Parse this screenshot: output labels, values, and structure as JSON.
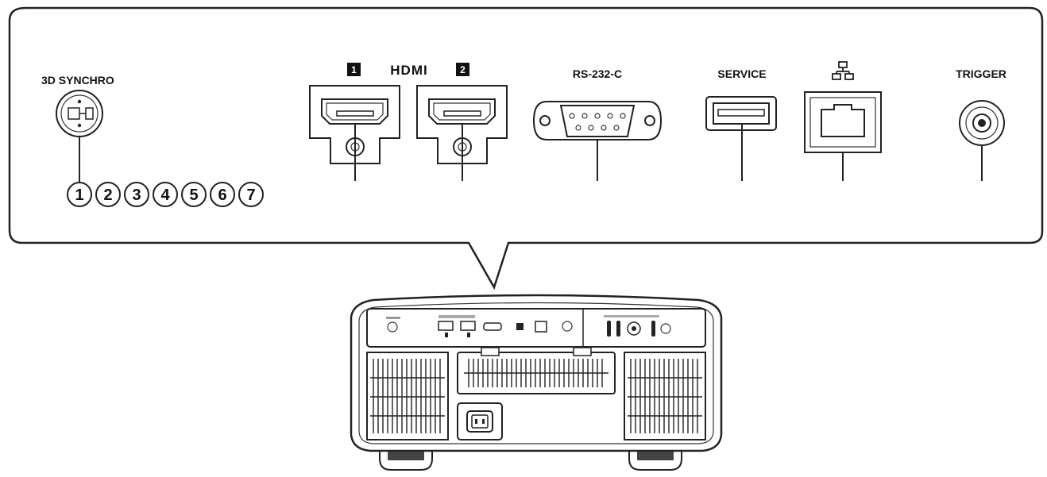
{
  "callout": {
    "ports": {
      "synchro_label": "3D SYNCHRO",
      "hdmi_word": "HDMI",
      "hdmi1_badge": "1",
      "hdmi2_badge": "2",
      "rs232_label": "RS-232-C",
      "service_label": "SERVICE",
      "lan_icon": "network-icon",
      "trigger_label": "TRIGGER"
    },
    "pin_numbers": [
      "1",
      "2",
      "3",
      "4",
      "5",
      "6",
      "7"
    ]
  },
  "icons": {
    "synchro": "mini-din-connector-icon",
    "hdmi": "hdmi-port-icon",
    "rs232": "db9-port-icon",
    "usb": "usb-port-icon",
    "lan": "rj45-port-icon",
    "trigger": "jack-port-icon",
    "power": "ac-inlet-icon"
  },
  "colors": {
    "line": "#222222",
    "panel_fill": "#ffffff",
    "badge": "#111111"
  }
}
